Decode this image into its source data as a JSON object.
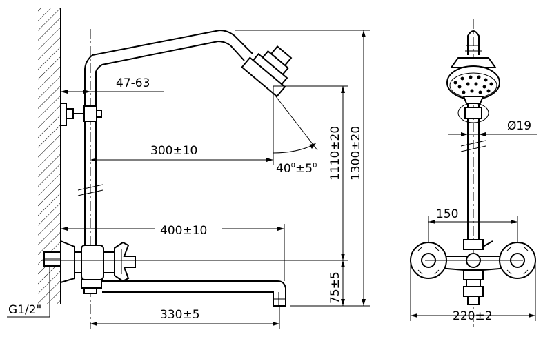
{
  "dimensions": {
    "wall_offset": "47-63",
    "arm_reach": "300±10",
    "angle": "40",
    "angle_tol": "±5",
    "degree_mark": "0",
    "riser_height": "1110±20",
    "total_height": "1300±20",
    "spout_height": "75±5",
    "spout_reach": "400±10",
    "spout_length": "330±5",
    "pipe_diameter": "Ø19",
    "inlet_spacing": "150",
    "overall_width": "220±2",
    "thread": "G1/2\""
  },
  "colors": {
    "line": "#000000",
    "background": "#ffffff"
  }
}
